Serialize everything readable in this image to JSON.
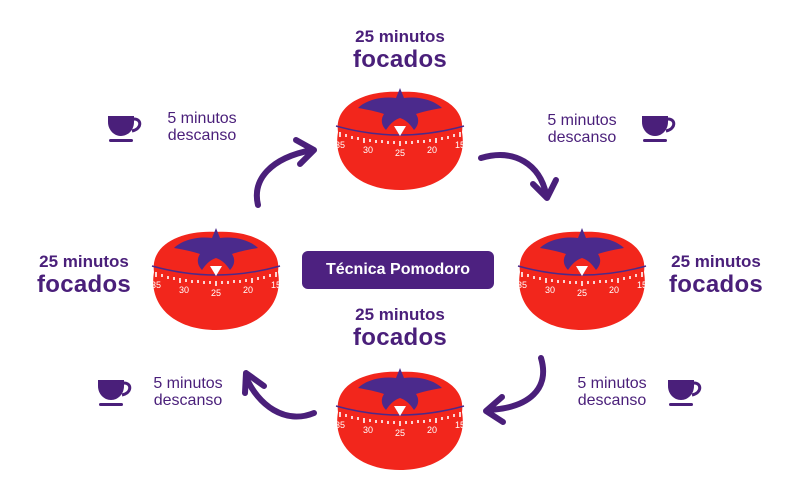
{
  "title": "Técnica Pomodoro",
  "colors": {
    "purple": "#4a1f7a",
    "badge_bg": "#4d2180",
    "tomato_red": "#f2261c",
    "leaf_purple": "#4b2a8c",
    "white": "#ffffff"
  },
  "focus_blocks": [
    {
      "position": "top",
      "line1": "25 minutos",
      "line2": "focados"
    },
    {
      "position": "right",
      "line1": "25 minutos",
      "line2": "focados"
    },
    {
      "position": "bottom",
      "line1": "25 minutos",
      "line2": "focados"
    },
    {
      "position": "left",
      "line1": "25 minutos",
      "line2": "focados"
    }
  ],
  "rest_blocks": [
    {
      "position": "top-right",
      "line1": "5 minutos",
      "line2": "descanso",
      "icon": "coffee-cup-icon"
    },
    {
      "position": "bottom-right",
      "line1": "5 minutos",
      "line2": "descanso",
      "icon": "coffee-cup-icon"
    },
    {
      "position": "bottom-left",
      "line1": "5 minutos",
      "line2": "descanso",
      "icon": "coffee-cup-icon"
    },
    {
      "position": "top-left",
      "line1": "5 minutos",
      "line2": "descanso",
      "icon": "coffee-cup-icon"
    }
  ],
  "timer_dial": {
    "ticks": [
      "35",
      "30",
      "25",
      "20",
      "15"
    ],
    "pointer": "25"
  },
  "cycle_direction": "clockwise"
}
